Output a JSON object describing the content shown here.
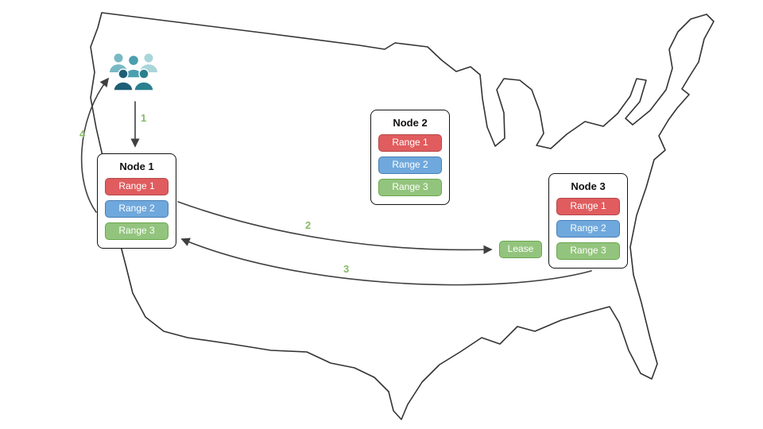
{
  "nodes": [
    {
      "title": "Node 1",
      "ranges": [
        "Range 1",
        "Range 2",
        "Range 3"
      ]
    },
    {
      "title": "Node 2",
      "ranges": [
        "Range 1",
        "Range 2",
        "Range 3"
      ]
    },
    {
      "title": "Node 3",
      "ranges": [
        "Range 1",
        "Range 2",
        "Range 3"
      ]
    }
  ],
  "lease": {
    "label": "Lease"
  },
  "arrows": [
    {
      "label": "1",
      "from": "users",
      "to": "node1"
    },
    {
      "label": "2",
      "from": "node1",
      "to": "lease"
    },
    {
      "label": "3",
      "from": "node3",
      "to": "node1"
    },
    {
      "label": "4",
      "from": "node1",
      "to": "users"
    }
  ],
  "icons": {
    "users": "users-group-icon"
  },
  "colors": {
    "range1": "#e05c5e",
    "range2": "#6fa8dc",
    "range3": "#93c47d",
    "lease": "#93c47d",
    "arrow": "#404040",
    "label_green": "#85ba63",
    "map_outline": "#333333"
  }
}
